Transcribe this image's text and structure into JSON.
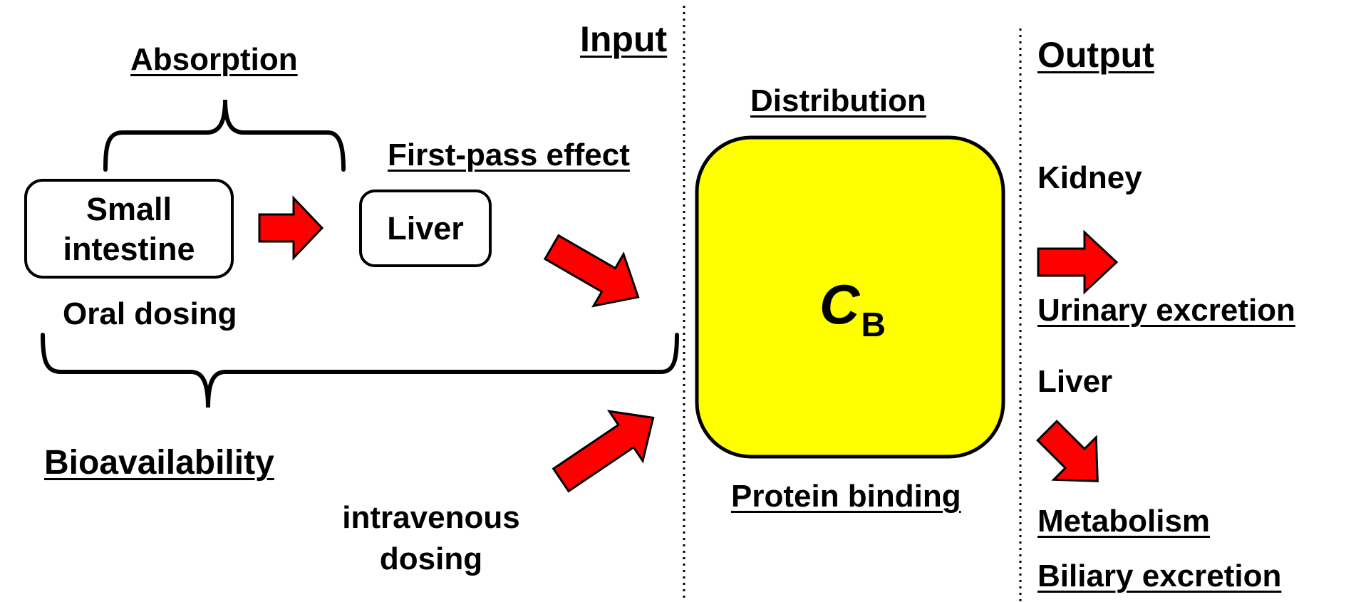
{
  "input": {
    "heading": "Input"
  },
  "output": {
    "heading": "Output"
  },
  "absorption": {
    "label": "Absorption"
  },
  "first_pass": {
    "label": "First-pass effect"
  },
  "small_intestine": {
    "line1": "Small",
    "line2": "intestine"
  },
  "liver_box": {
    "label": "Liver"
  },
  "oral_dosing": {
    "label": "Oral dosing"
  },
  "bioavailability": {
    "label": "Bioavailability"
  },
  "iv_dosing": {
    "line1": "intravenous",
    "line2": "dosing"
  },
  "distribution": {
    "label": "Distribution"
  },
  "compartment": {
    "symbol": "C",
    "subscript": "B",
    "fill_color": "#ffff00"
  },
  "protein_binding": {
    "label": "Protein binding"
  },
  "kidney": {
    "label": "Kidney"
  },
  "urinary_excretion": {
    "label": "Urinary excretion"
  },
  "liver_output": {
    "label": "Liver"
  },
  "metabolism": {
    "label": "Metabolism"
  },
  "biliary_excretion": {
    "label": "Biliary excretion"
  },
  "colors": {
    "arrow_fill": "#ff0000",
    "stroke": "#000000",
    "background": "#ffffff"
  }
}
